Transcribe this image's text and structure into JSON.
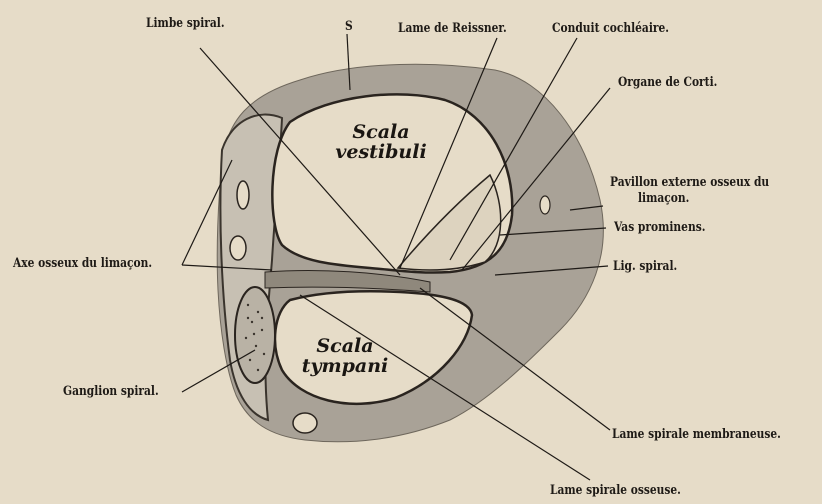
{
  "labels": {
    "limbe_spiral": "Limbe spiral.",
    "s": "S",
    "lame_reissner": "Lame de Reissner.",
    "conduit_cochleaire": "Conduit cochléaire.",
    "organe_corti": "Organe de Corti.",
    "pavillon_line1": "Pavillon externe osseux du",
    "pavillon_line2": "limaçon.",
    "vas_prominens": "Vas prominens.",
    "lig_spiral": "Lig. spiral.",
    "axe_osseux": "Axe osseux du limaçon.",
    "scala_vestibuli": "Scala vestibuli",
    "scala_tympani_line1": "Scala",
    "scala_tympani_line2": "tympani",
    "ganglion_spiral": "Ganglion spiral.",
    "lame_spirale_membraneuse": "Lame spirale membraneuse.",
    "lame_spirale_osseuse": "Lame spirale osseuse."
  },
  "colors": {
    "paper": "#e6dcc8",
    "bone": "#a9a297",
    "ink": "#1e1a16"
  }
}
